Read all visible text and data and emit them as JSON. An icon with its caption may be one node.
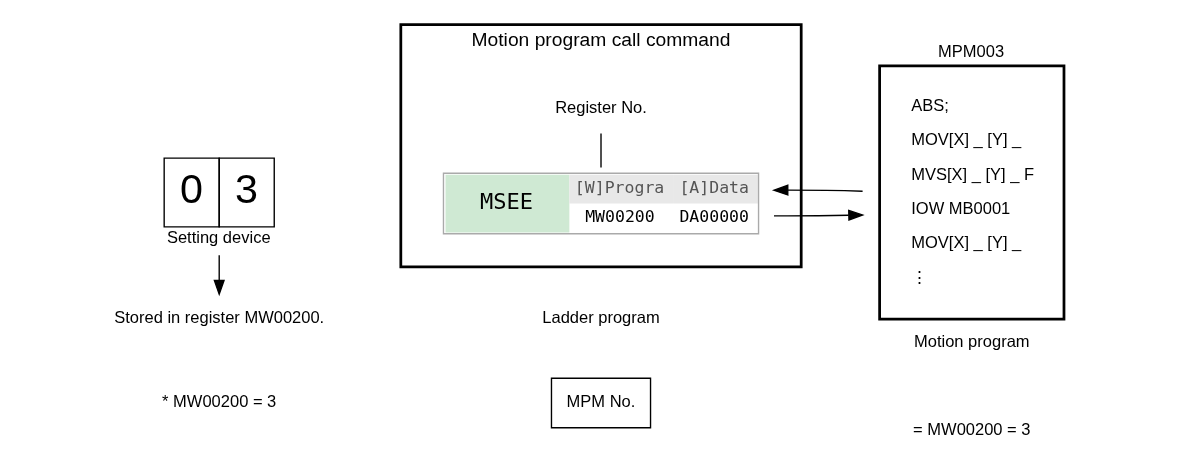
{
  "diagram": {
    "nodes": [
      {
        "text": [
          "0",
          "3"
        ],
        "beside": [
          "Setting device"
        ]
      },
      {
        "text": [
          "Stored in register MW00200."
        ]
      },
      {
        "text": [
          "Motion program call command"
        ],
        "beside": [
          "Ladder program"
        ]
      },
      {
        "text": [
          "MSEE",
          "[W]Progra",
          "[A]Data",
          "MW00200",
          "DA00000"
        ],
        "in": 2
      },
      {
        "text": [
          "Register No."
        ],
        "in": 2
      },
      {
        "text": [
          "MPM003",
          "ABS;",
          "MOV[X] _ [Y] _",
          "MVS[X] _ [Y] _ F",
          "IOW MB0001",
          "MOV[X] _ [Y] _",
          "⋮"
        ],
        "beside": [
          "Motion program"
        ]
      },
      {
        "text": [
          "MPM No."
        ]
      }
    ],
    "edges": [
      {
        "from": 0,
        "to": 1,
        "arrow": "to"
      },
      {
        "from": 4,
        "to": 3,
        "arrow": "none"
      },
      {
        "from": 3,
        "to": 5,
        "arrow": "to"
      },
      {
        "from": 5,
        "to": 3,
        "arrow": "to"
      }
    ],
    "labels": [
      "* MW00200 = 3",
      "= MW00200 = 3"
    ]
  }
}
